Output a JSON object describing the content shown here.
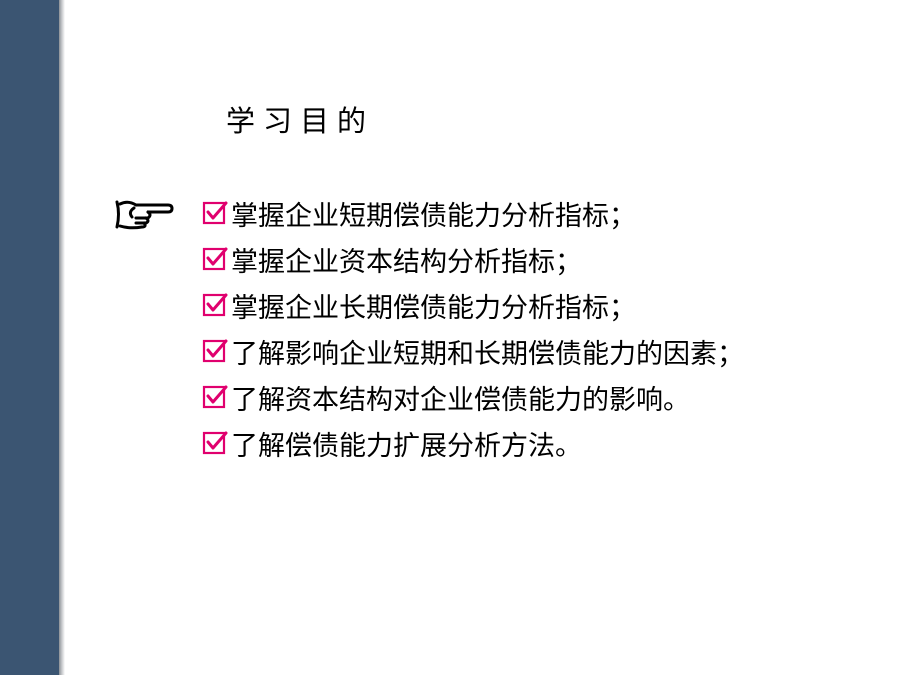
{
  "slide": {
    "title": "学习目的",
    "pointer_icon": "pointing-hand-icon",
    "bullet_icon": "checkbox-checked-icon",
    "accent_color": "#e0006e",
    "sidebar_color": "#3b5572",
    "objectives": [
      "掌握企业短期偿债能力分析指标；",
      "掌握企业资本结构分析指标；",
      "掌握企业长期偿债能力分析指标；",
      "了解影响企业短期和长期偿债能力的因素；",
      "了解资本结构对企业偿债能力的影响。",
      "了解偿债能力扩展分析方法。"
    ]
  }
}
